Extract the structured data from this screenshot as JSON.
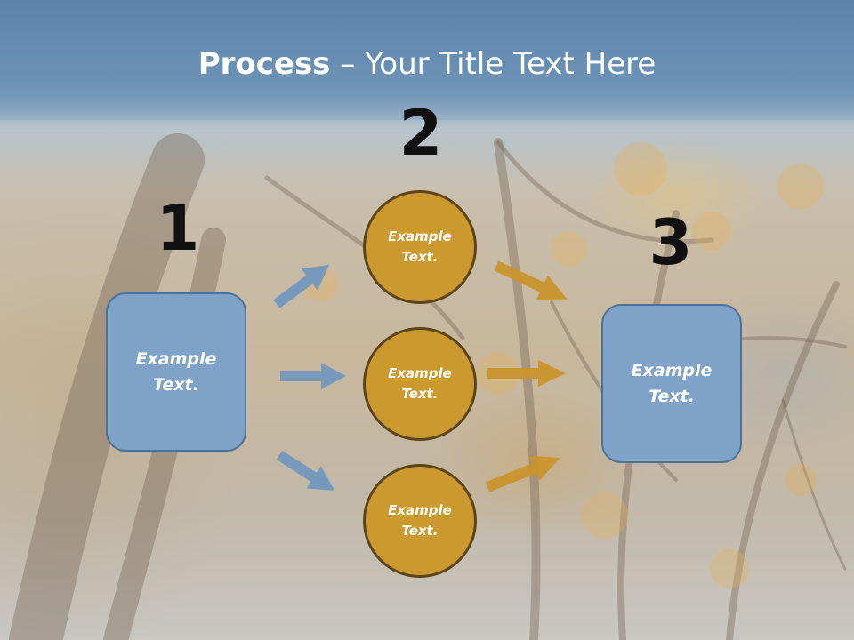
{
  "title": {
    "bold": "Process",
    "rest": " – Your Title Text Here"
  },
  "steps": [
    {
      "number": "1",
      "box_text": "Example Text."
    },
    {
      "number": "2",
      "circles": [
        "Example Text.",
        "Example Text.",
        "Example Text."
      ]
    },
    {
      "number": "3",
      "box_text": "Example Text."
    }
  ],
  "colors": {
    "box_fill": "#7fa3c8",
    "box_border": "#4f7196",
    "circle_fill": "#cc992e",
    "circle_border": "#5a4418",
    "blue_arrow": "#6f96bf",
    "gold_arrow": "#c9952c",
    "header": "#5b83ab"
  }
}
